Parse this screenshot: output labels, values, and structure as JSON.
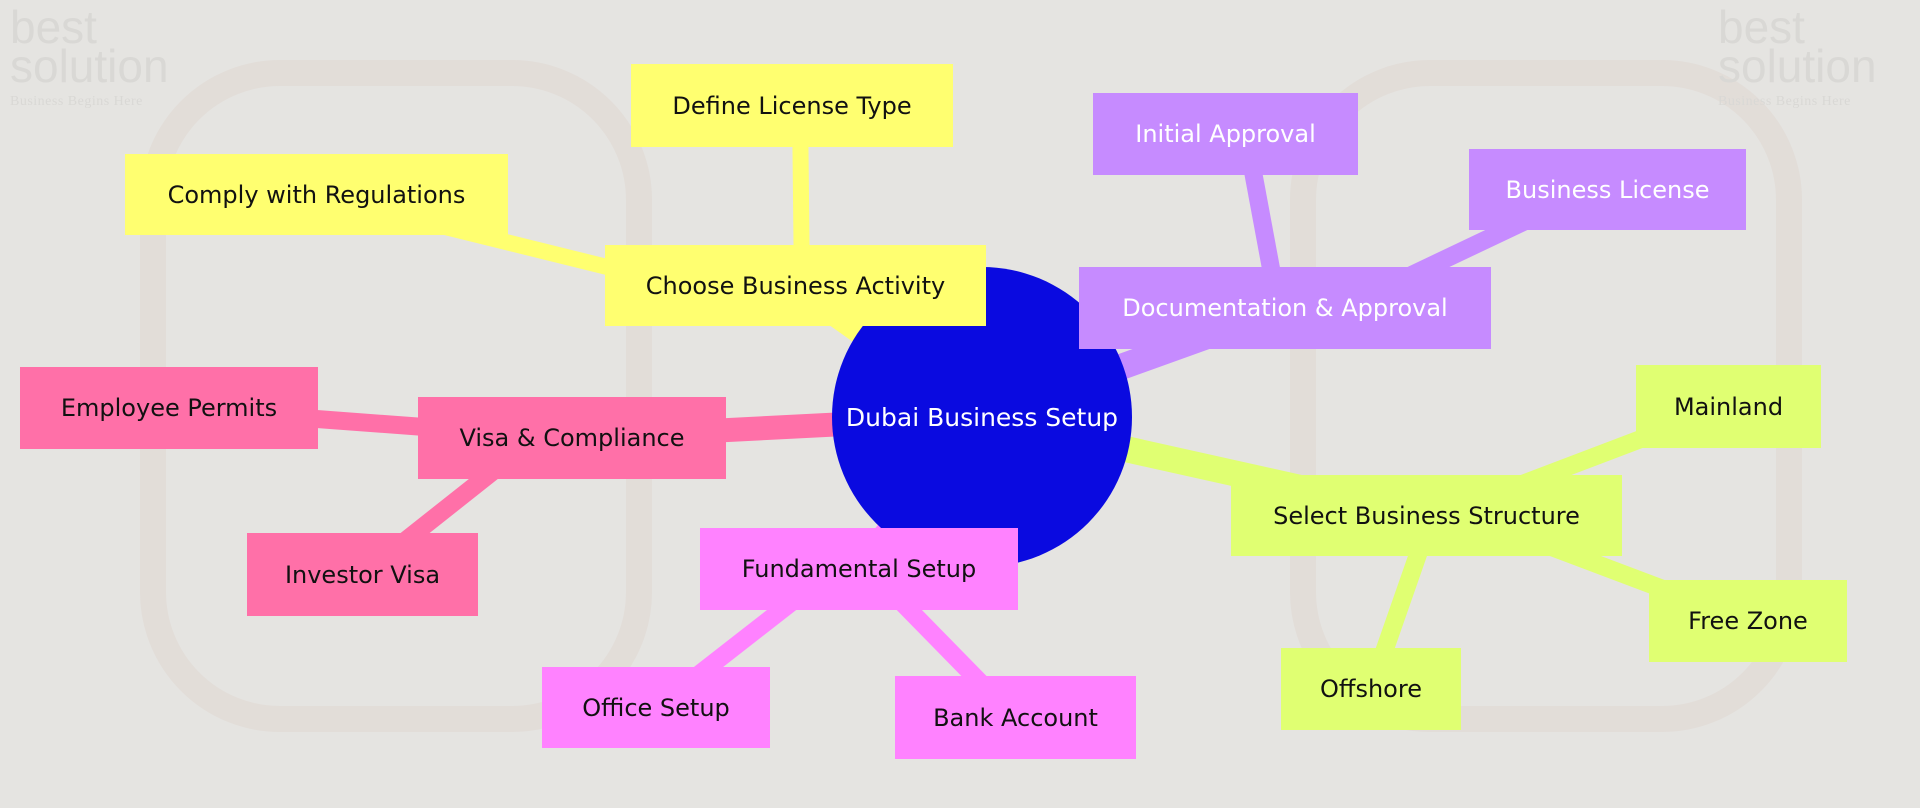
{
  "watermark": {
    "line1": "best",
    "line2": "solution",
    "tagline": "Business Begins Here"
  },
  "center": {
    "label": "Dubai Business Setup",
    "color": "#0a0ae0"
  },
  "branches": {
    "activity": {
      "label": "Choose Business Activity",
      "color": "#ffff70",
      "children": [
        "Define License Type",
        "Comply with Regulations"
      ]
    },
    "documentation": {
      "label": "Documentation & Approval",
      "color": "#c68bff",
      "children": [
        "Initial Approval",
        "Business License"
      ]
    },
    "visa": {
      "label": "Visa & Compliance",
      "color": "#ff70a8",
      "children": [
        "Employee Permits",
        "Investor Visa"
      ]
    },
    "fundamental": {
      "label": "Fundamental Setup",
      "color": "#ff82ff",
      "children": [
        "Office Setup",
        "Bank Account"
      ]
    },
    "structure": {
      "label": "Select Business Structure",
      "color": "#e0ff72",
      "children": [
        "Mainland",
        "Free Zone",
        "Offshore"
      ]
    }
  }
}
